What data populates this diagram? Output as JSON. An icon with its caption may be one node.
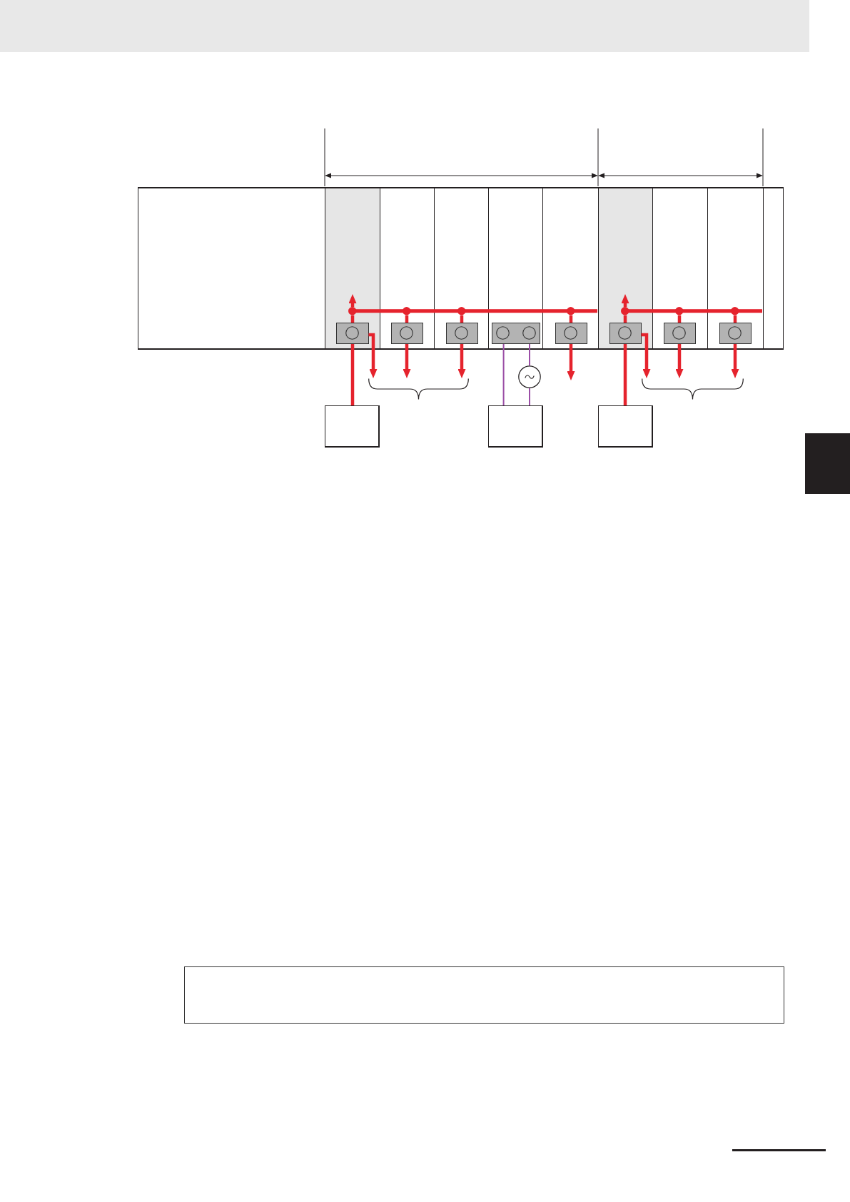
{
  "diagram": {
    "nodes": [
      {
        "text": [],
        "shape": "box"
      },
      {
        "text": [],
        "shape": "box",
        "in": 0
      },
      {
        "text": [],
        "shape": "box",
        "in": 0
      },
      {
        "text": [],
        "shape": "box",
        "in": 0
      },
      {
        "text": [],
        "shape": "box",
        "in": 0
      },
      {
        "text": [],
        "shape": "box",
        "in": 0
      },
      {
        "text": [],
        "shape": "box",
        "in": 0
      },
      {
        "text": [],
        "shape": "box",
        "in": 0
      },
      {
        "text": [],
        "shape": "box",
        "in": 0
      },
      {
        "text": [],
        "shape": "bar",
        "in": 0
      },
      {
        "text": [],
        "shape": "bar",
        "in": 0
      },
      {
        "text": [],
        "shape": "box",
        "in": 1
      },
      {
        "text": [],
        "shape": "box",
        "in": 2
      },
      {
        "text": [],
        "shape": "box",
        "in": 3
      },
      {
        "text": [],
        "shape": "box",
        "in": 4
      },
      {
        "text": [],
        "shape": "box",
        "in": 5
      },
      {
        "text": [],
        "shape": "box",
        "in": 6
      },
      {
        "text": [],
        "shape": "box",
        "in": 7
      },
      {
        "text": [],
        "shape": "box",
        "in": 8
      },
      {
        "text": [],
        "shape": "circle"
      },
      {
        "text": [],
        "shape": "brace"
      },
      {
        "text": [],
        "shape": "brace"
      },
      {
        "text": [],
        "shape": "box"
      },
      {
        "text": [],
        "shape": "box"
      },
      {
        "text": [],
        "shape": "box"
      },
      {
        "text": [],
        "shape": "box"
      },
      {
        "text": [],
        "shape": "box"
      }
    ],
    "edges": [
      {
        "from": 9,
        "to": 1,
        "arrow": "to"
      },
      {
        "from": 9,
        "to": 11,
        "arrow": "none"
      },
      {
        "from": 9,
        "to": 12,
        "arrow": "none"
      },
      {
        "from": 9,
        "to": 13,
        "arrow": "none"
      },
      {
        "from": 9,
        "to": 15,
        "arrow": "none"
      },
      {
        "from": 10,
        "to": 6,
        "arrow": "to"
      },
      {
        "from": 10,
        "to": 16,
        "arrow": "none"
      },
      {
        "from": 10,
        "to": 17,
        "arrow": "none"
      },
      {
        "from": 10,
        "to": 18,
        "arrow": "none"
      },
      {
        "from": 11,
        "to": 22,
        "arrow": "none"
      },
      {
        "from": 11,
        "to": 20,
        "arrow": "to"
      },
      {
        "from": 12,
        "to": 20,
        "arrow": "to"
      },
      {
        "from": 13,
        "to": 20,
        "arrow": "to"
      },
      {
        "from": 14,
        "to": 23,
        "arrow": "none",
        "color": "#9b4ea6"
      },
      {
        "from": 14,
        "to": 19,
        "arrow": "none",
        "color": "#9b4ea6"
      },
      {
        "from": 15,
        "to": null,
        "arrow": "to"
      },
      {
        "from": 16,
        "to": 24,
        "arrow": "none"
      },
      {
        "from": 16,
        "to": 21,
        "arrow": "to"
      },
      {
        "from": 17,
        "to": 21,
        "arrow": "to"
      },
      {
        "from": 18,
        "to": 21,
        "arrow": "to"
      },
      {
        "from": 19,
        "to": 23,
        "arrow": "none",
        "color": "#9b4ea6"
      }
    ]
  }
}
